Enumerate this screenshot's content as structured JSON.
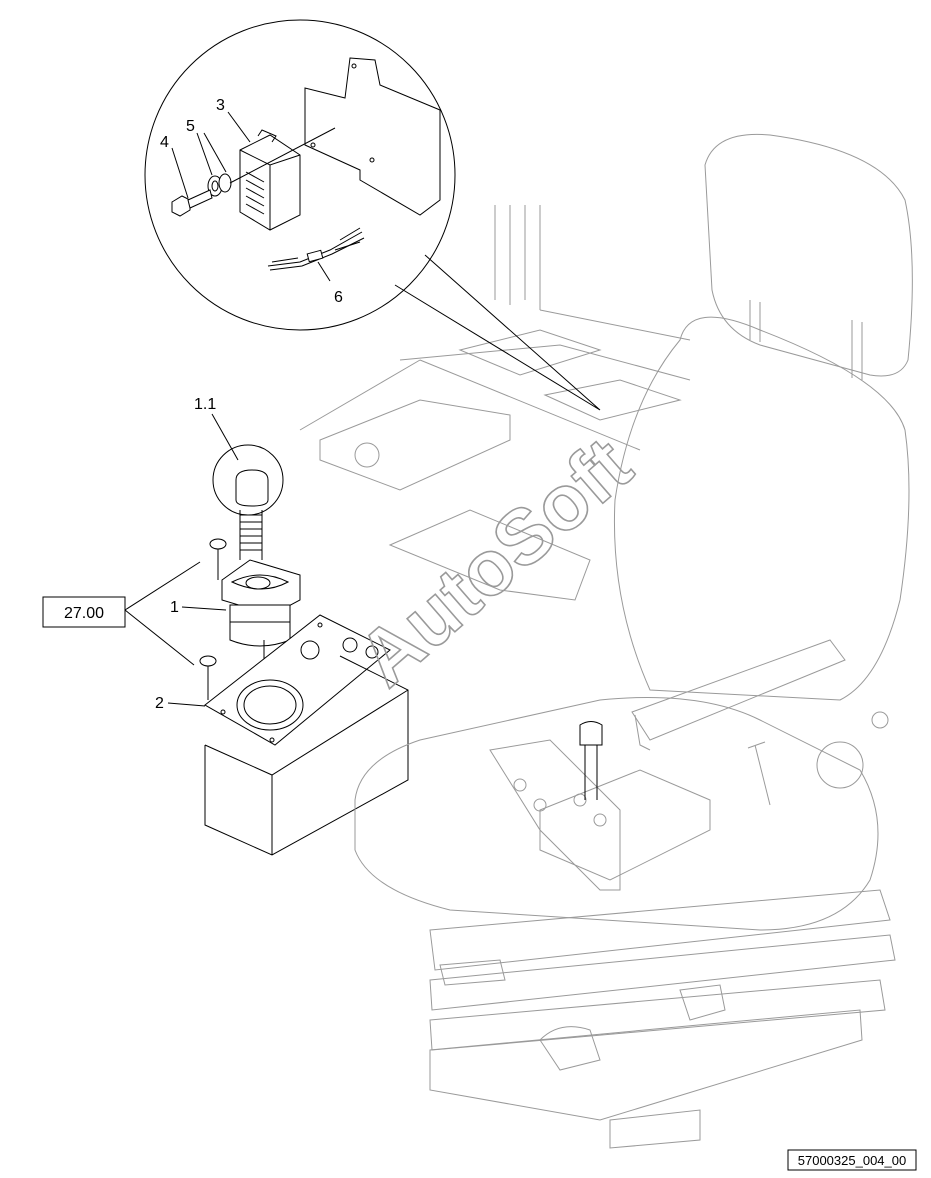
{
  "callouts": {
    "c1": "1",
    "c1_1": "1.1",
    "c2": "2",
    "c3": "3",
    "c4": "4",
    "c5": "5",
    "c6": "6"
  },
  "reference_box": "27.00",
  "drawing_code": "57000325_004_00",
  "watermark": "AutoSoft"
}
